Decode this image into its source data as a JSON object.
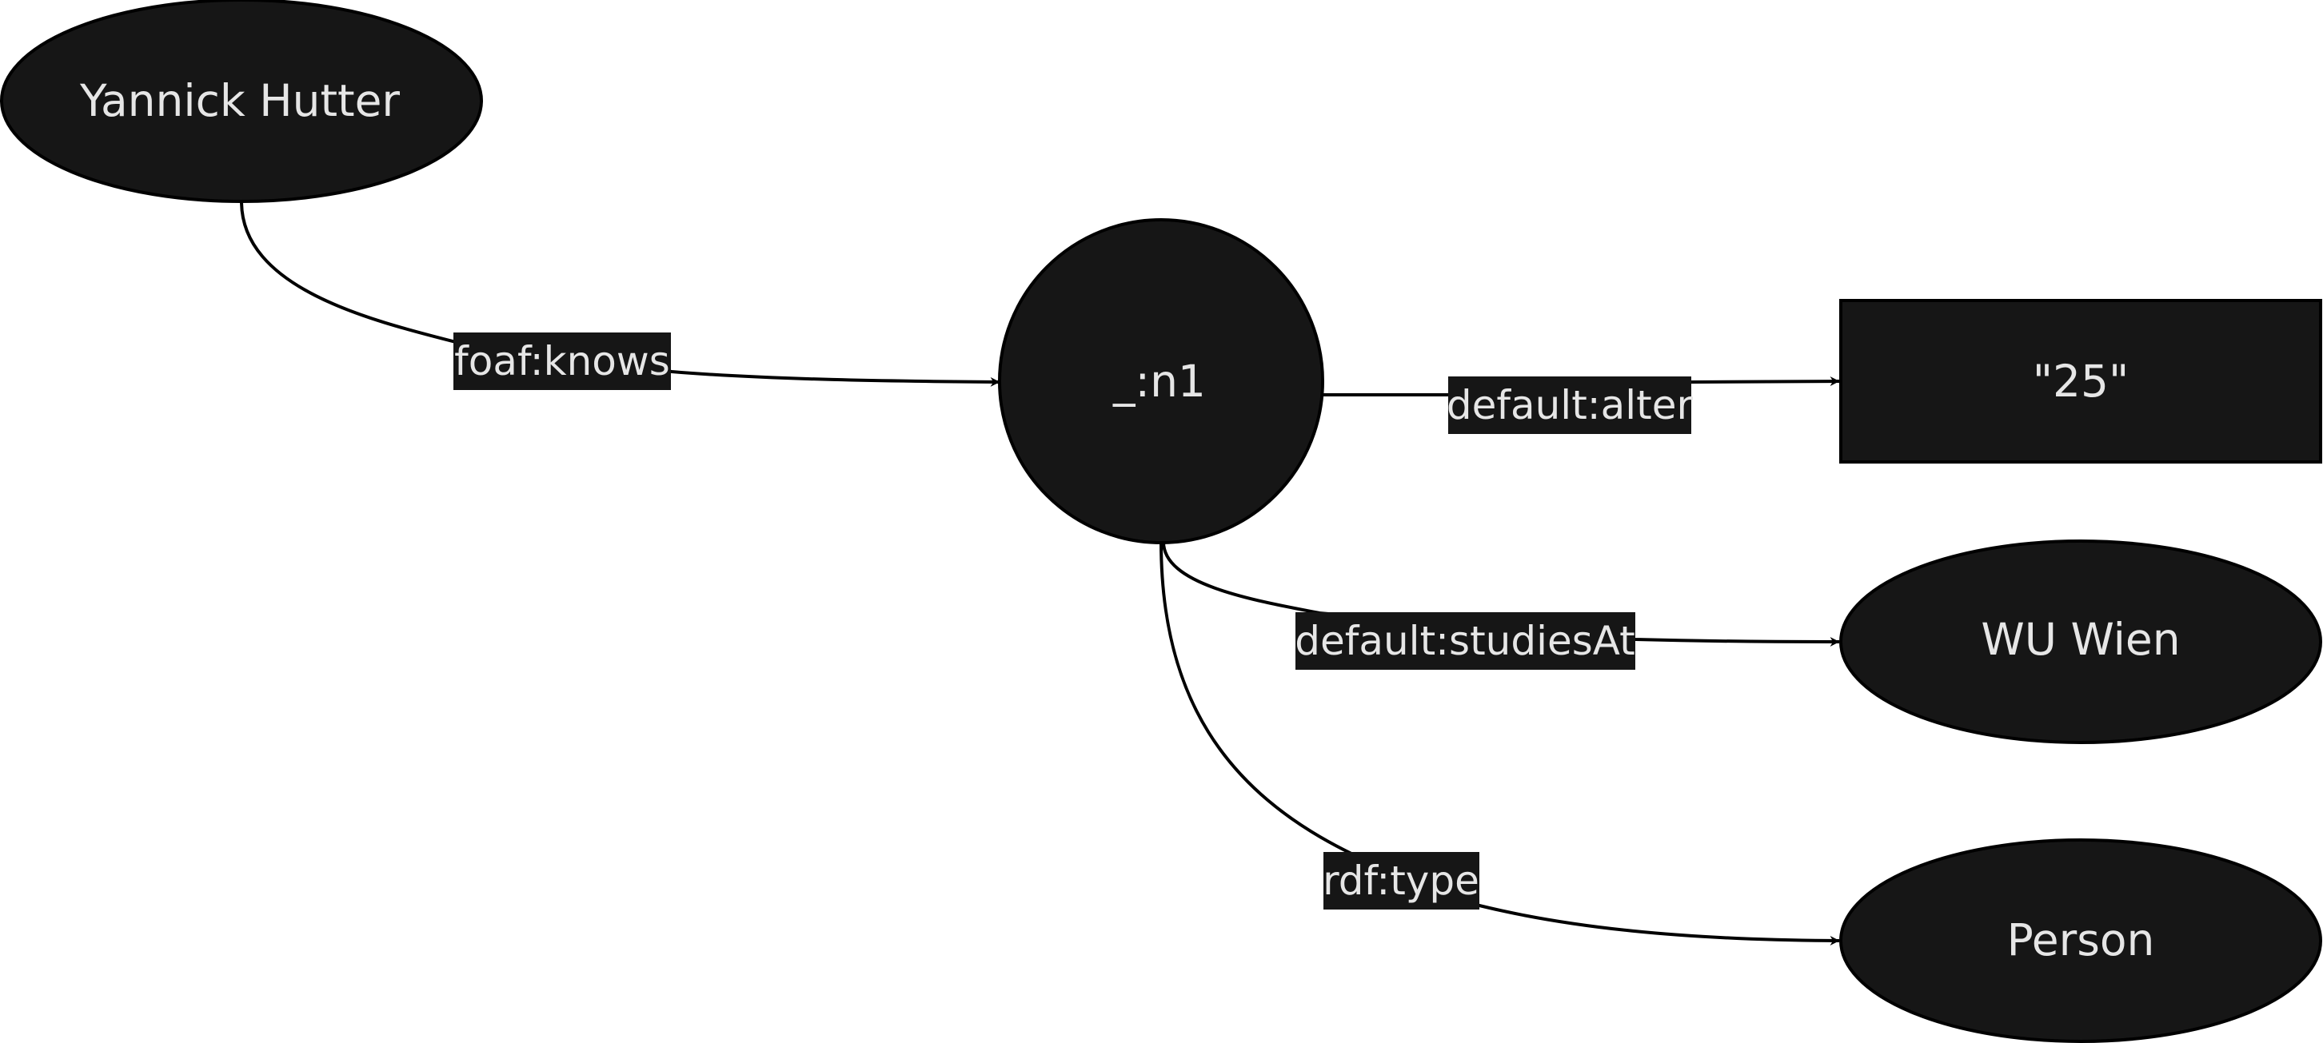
{
  "nodes": {
    "yannick": {
      "label": "Yannick Hutter",
      "shape": "ellipse"
    },
    "n1": {
      "label": "_:n1",
      "shape": "circle"
    },
    "alter_value": {
      "label": "\"25\"",
      "shape": "rectangle"
    },
    "wu_wien": {
      "label": "WU Wien",
      "shape": "ellipse"
    },
    "person": {
      "label": "Person",
      "shape": "ellipse"
    }
  },
  "edges": [
    {
      "from": "Yannick Hutter",
      "to": "_:n1",
      "label": "foaf:knows"
    },
    {
      "from": "_:n1",
      "to": "\"25\"",
      "label": "default:alter"
    },
    {
      "from": "_:n1",
      "to": "WU Wien",
      "label": "default:studiesAt"
    },
    {
      "from": "_:n1",
      "to": "Person",
      "label": "rdf:type"
    }
  ],
  "colors": {
    "node_fill": "#161616",
    "node_text": "#e6e6e6",
    "edge_stroke": "#000000",
    "background": "#ffffff"
  }
}
